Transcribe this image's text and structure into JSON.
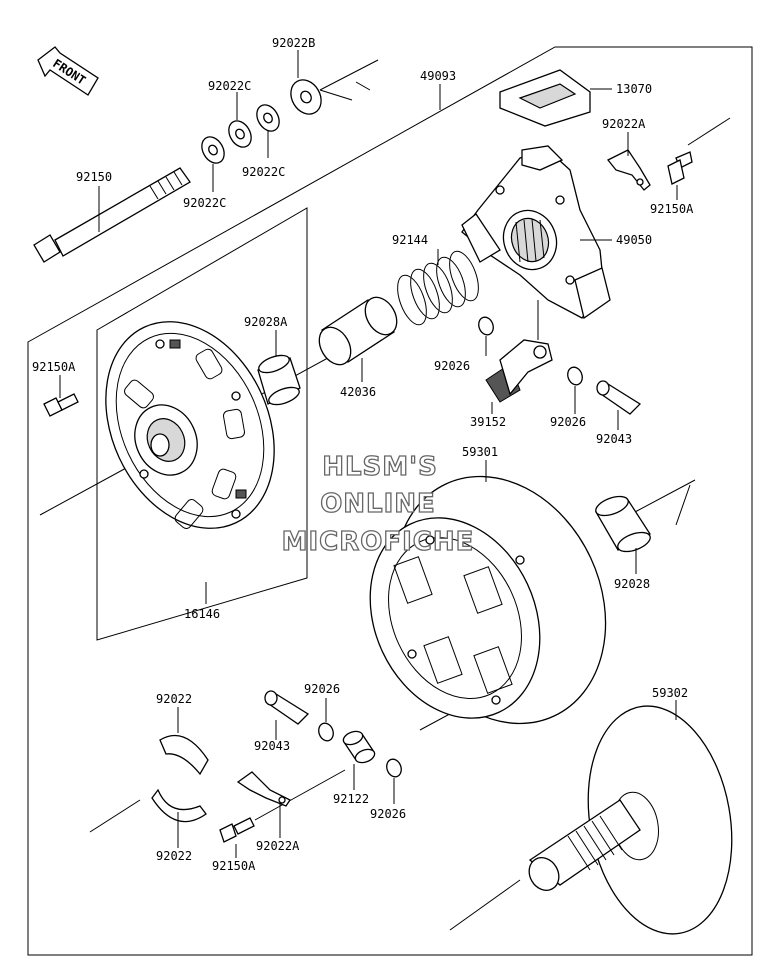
{
  "front_label": "FRONT",
  "watermark": [
    "HLSM'S",
    "ONLINE",
    "MICROFICHE"
  ],
  "labels": {
    "p92022B": "92022B",
    "p92022C_a": "92022C",
    "p92022C_b": "92022C",
    "p92022C_c": "92022C",
    "p92150": "92150",
    "p49093": "49093",
    "p13070": "13070",
    "p92022A_top": "92022A",
    "p92150A_top": "92150A",
    "p49050": "49050",
    "p92144": "92144",
    "p92028A": "92028A",
    "p92150A_left": "92150A",
    "p42036": "42036",
    "p92026_a": "92026",
    "p39152": "39152",
    "p92026_b": "92026",
    "p92043_a": "92043",
    "p59301": "59301",
    "p92028": "92028",
    "p16146": "16146",
    "p92022_a": "92022",
    "p92026_c": "92026",
    "p92043_b": "92043",
    "p59302": "59302",
    "p92122": "92122",
    "p92026_d": "92026",
    "p92022_b": "92022",
    "p92022A_bot": "92022A",
    "p92150A_bot": "92150A"
  }
}
